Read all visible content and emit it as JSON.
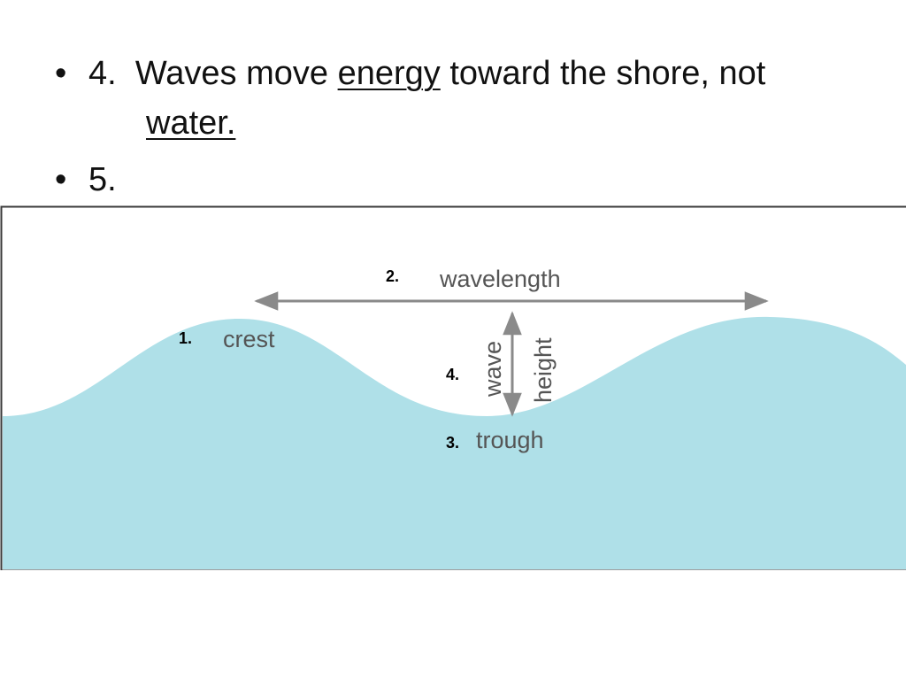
{
  "slide": {
    "bullet1": {
      "bullet": "•",
      "number": "4.",
      "pre": "Waves move",
      "emphasis1": "energy",
      "mid": "toward the shore, not",
      "emphasis2": "water."
    },
    "bullet2": {
      "bullet": "•",
      "number": "5."
    }
  },
  "diagram": {
    "water_color": "#afe0e8",
    "arrow_color": "#8a8a8a",
    "labels": {
      "wavelength": "wavelength",
      "crest": "crest",
      "trough": "trough",
      "wave": "wave",
      "height": "height"
    },
    "numbers": {
      "crest": "1.",
      "wavelength": "2.",
      "trough": "3.",
      "wave_height": "4."
    }
  }
}
